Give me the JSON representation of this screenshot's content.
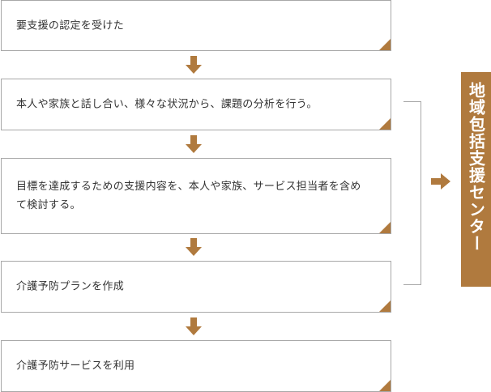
{
  "colors": {
    "accent": "#b07a3e",
    "border": "#a8a8a8",
    "text": "#333333"
  },
  "steps": [
    {
      "text": "要支援の認定を受けた"
    },
    {
      "text": "本人や家族と話し合い、様々な状況から、課題の分析を行う。"
    },
    {
      "text": "目標を達成するための支援内容を、本人や家族、サービス担当者を含めて検討する。"
    },
    {
      "text": "介護予防プランを作成"
    },
    {
      "text": "介護予防サービスを利用"
    }
  ],
  "center": {
    "label": "地域包括支援センター"
  }
}
